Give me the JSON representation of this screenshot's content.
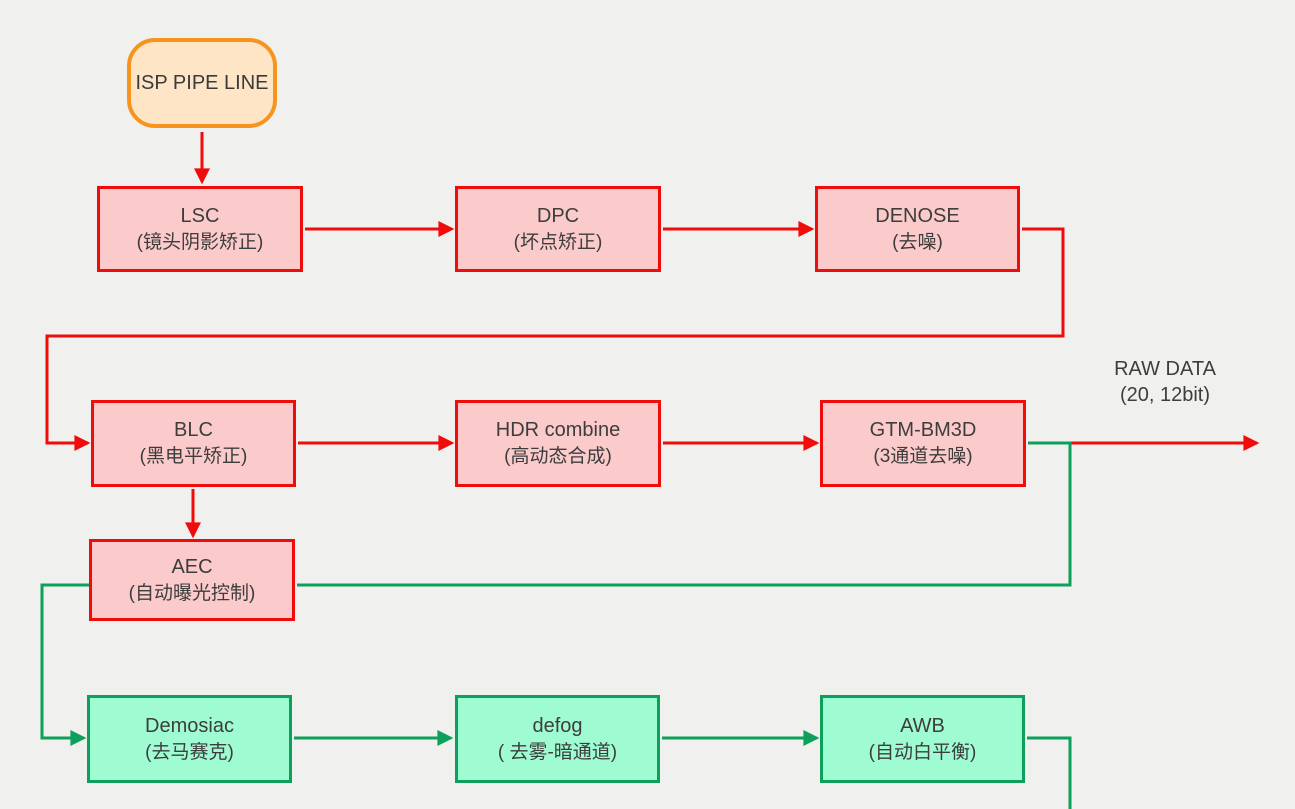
{
  "diagram_title": "ISP PIPE LINE",
  "colors": {
    "background": "#f0f0ee",
    "red_stroke": "#f10c0c",
    "red_fill": "#fbcaca",
    "green_stroke": "#0da05a",
    "green_fill": "#9ffcd2",
    "orange_stroke": "#f7941e",
    "orange_fill": "#fde5c6",
    "text": "#3d3d3d"
  },
  "nodes": {
    "isp": {
      "label": "ISP PIPE LINE"
    },
    "lsc": {
      "title": "LSC",
      "subtitle": "(镜头阴影矫正)"
    },
    "dpc": {
      "title": "DPC",
      "subtitle": "(坏点矫正)"
    },
    "denose": {
      "title": "DENOSE",
      "subtitle": "(去噪)"
    },
    "blc": {
      "title": "BLC",
      "subtitle": "(黑电平矫正)"
    },
    "hdr": {
      "title": "HDR combine",
      "subtitle": "(高动态合成)"
    },
    "gtm": {
      "title": "GTM-BM3D",
      "subtitle": "(3通道去噪)"
    },
    "aec": {
      "title": "AEC",
      "subtitle": "(自动曝光控制)"
    },
    "demosiac": {
      "title": "Demosiac",
      "subtitle": "(去马赛克)"
    },
    "defog": {
      "title": "defog",
      "subtitle": "( 去雾-暗通道)"
    },
    "awb": {
      "title": "AWB",
      "subtitle": "(自动白平衡)"
    }
  },
  "labels": {
    "raw_data_line1": "RAW DATA",
    "raw_data_line2": "(20, 12bit)"
  }
}
